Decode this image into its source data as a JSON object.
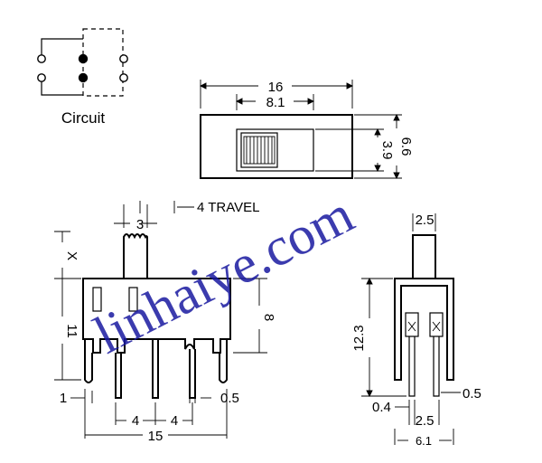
{
  "circuit": {
    "label": "Circuit"
  },
  "top_view": {
    "width": "16",
    "slot_width": "8.1",
    "slot_height": "3.9",
    "height": "6.6"
  },
  "front_view": {
    "knob_width": "3",
    "travel": "4 TRAVEL",
    "knob_x": "X",
    "body_height": "11",
    "pin_height": "8",
    "edge_offset": "1",
    "pin_thickness": "0.5",
    "pitch_a": "4",
    "pitch_b": "4",
    "overall_width": "15"
  },
  "side_view": {
    "knob_width": "2.5",
    "height": "12.3",
    "pin_thickness_left": "0.4",
    "pin_thickness_right": "0.5",
    "pin_pitch": "2.5",
    "overall_width": "6.1"
  },
  "watermark": {
    "text": "linhaiye.com",
    "color": "#1a1aa0"
  }
}
